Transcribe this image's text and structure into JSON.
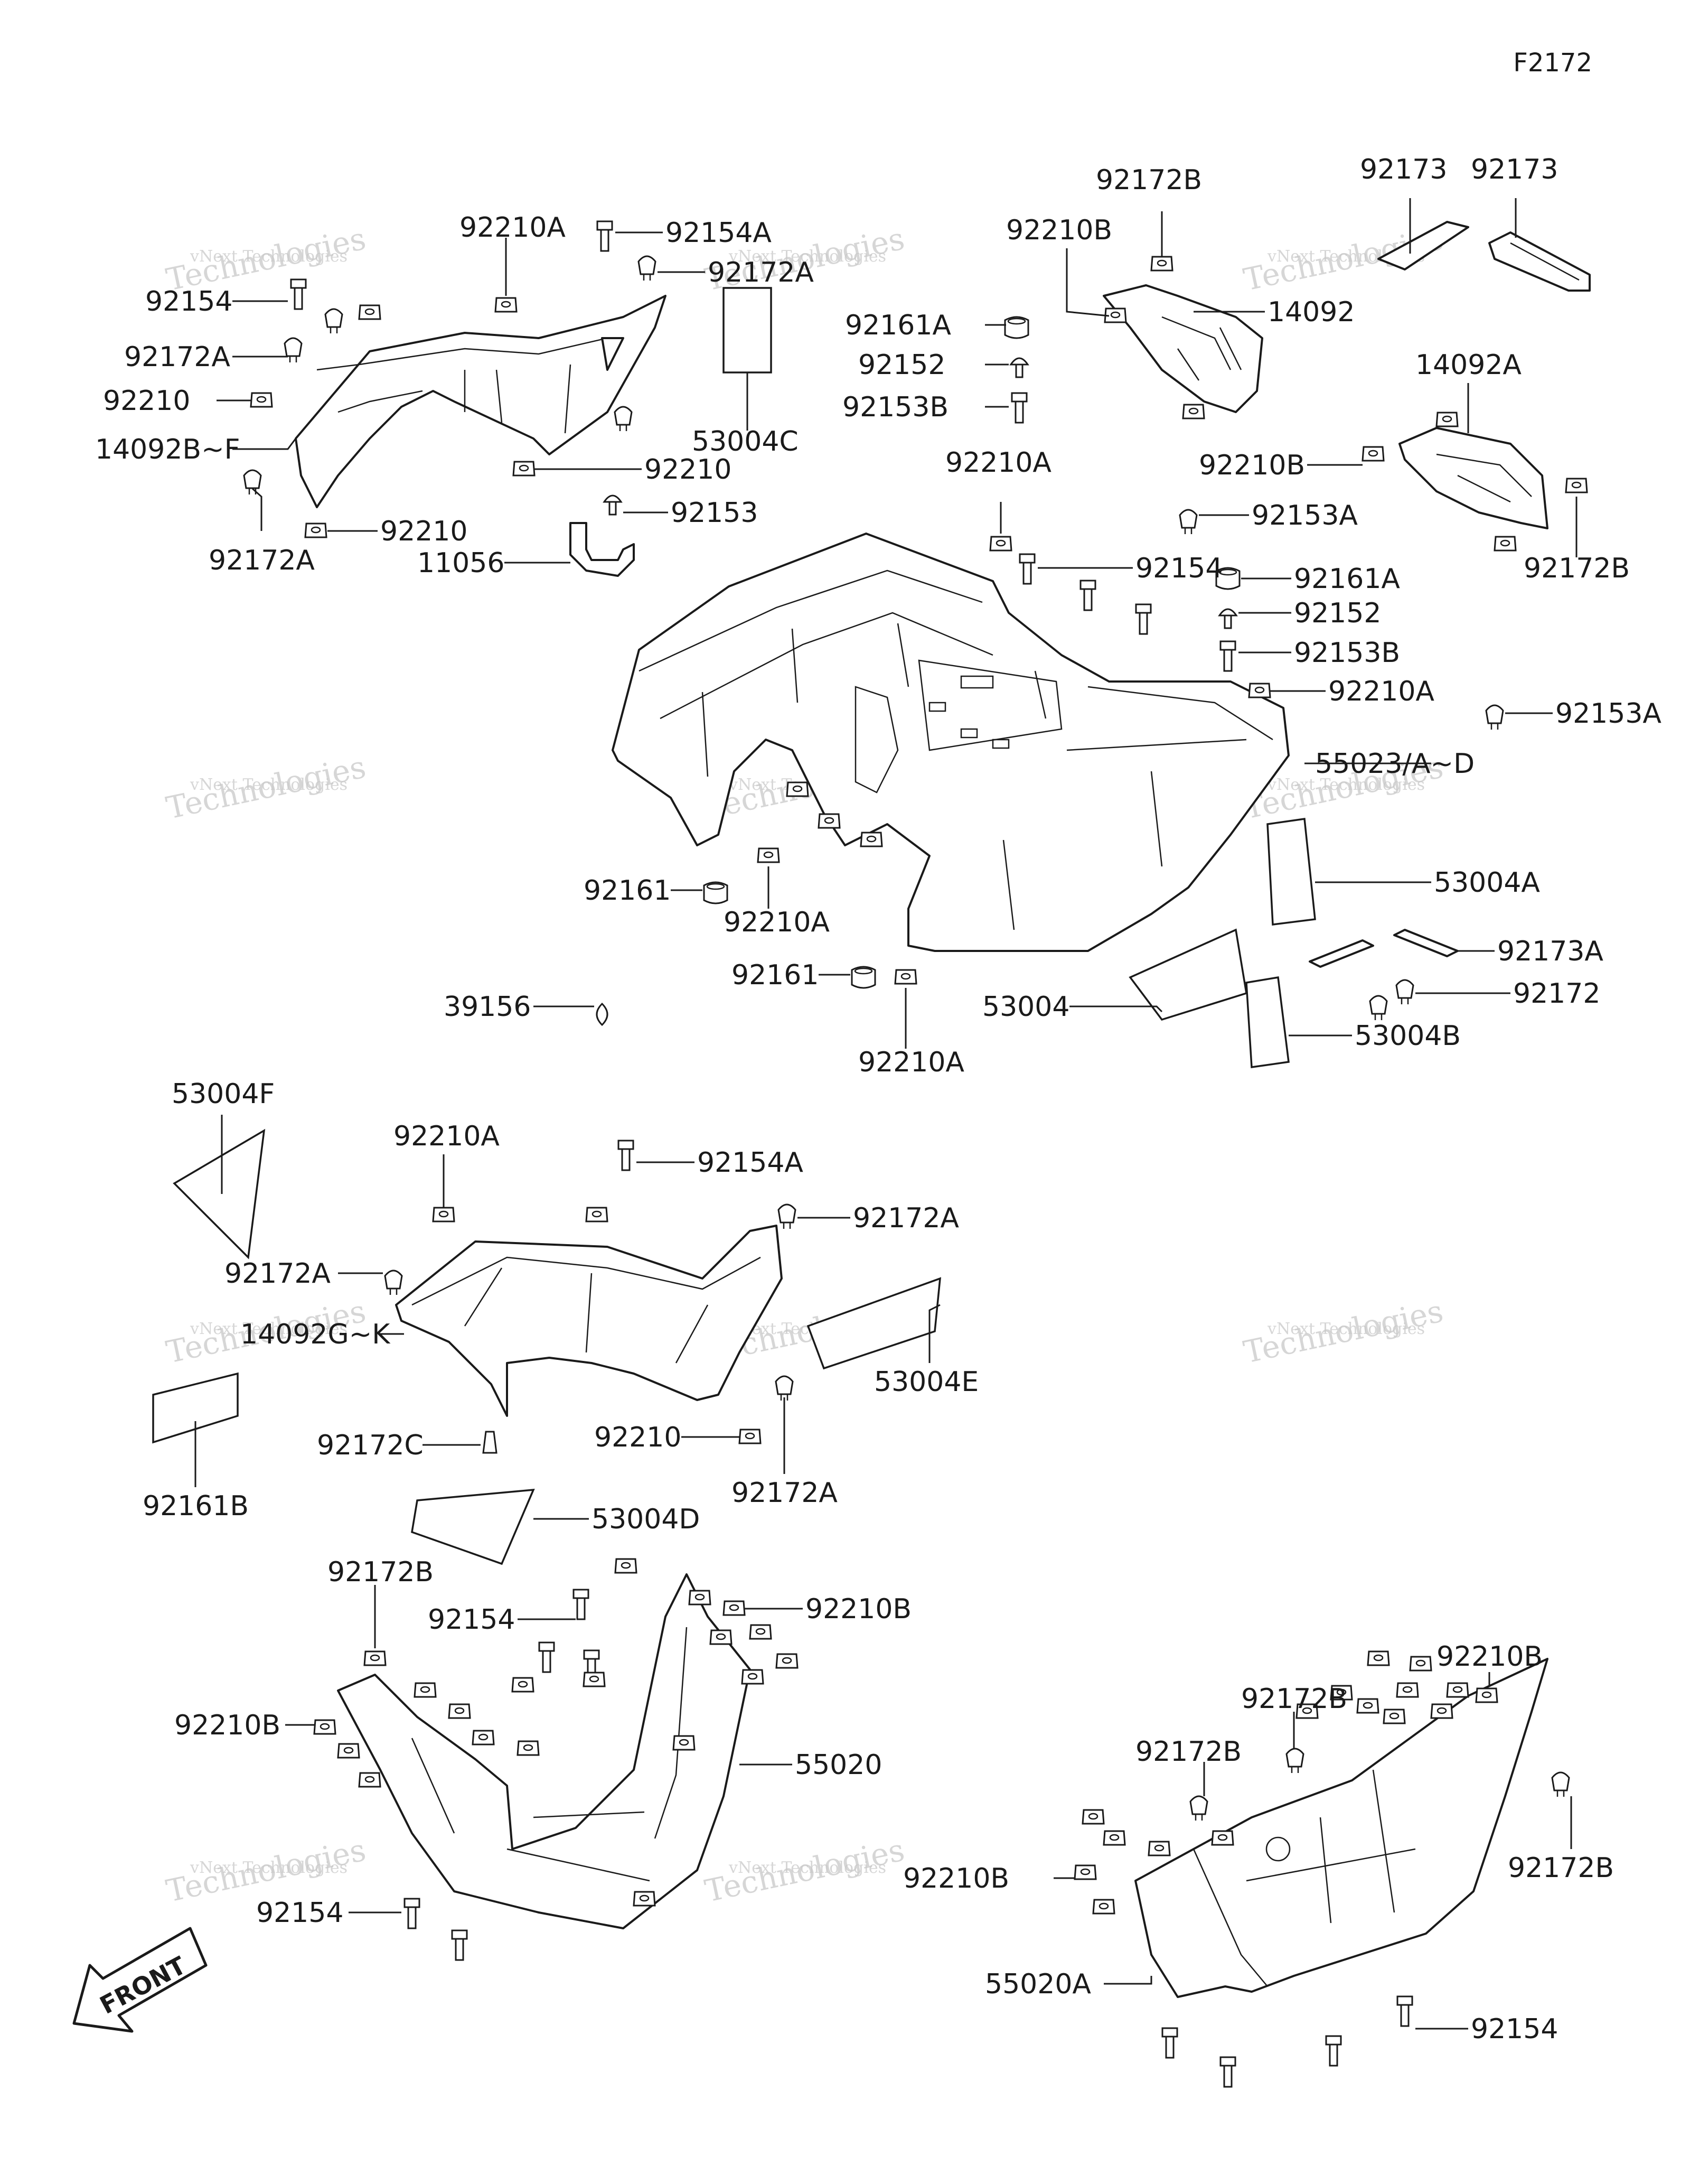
{
  "diagram_code": "F2172",
  "watermark": {
    "line1": "vNext Technologies",
    "line2": "Technologies"
  },
  "front_arrow": {
    "label": "FRONT"
  },
  "colors": {
    "ink": "#1a1a1a",
    "watermark": "#c9c9c9",
    "background": "#ffffff"
  },
  "parts": {
    "p14092BF": "14092B~F",
    "p92172A_1": "92172A",
    "p92154_1": "92154",
    "p92172A_2": "92172A",
    "p92210_1": "92210",
    "p92210A_1": "92210A",
    "p92154A_1": "92154A",
    "p92172A_3": "92172A",
    "p53004C": "53004C",
    "p92210_2": "92210",
    "p92153_1": "92153",
    "p92210_3": "92210",
    "p11056": "11056",
    "p92172B_1": "92172B",
    "p92210B_1": "92210B",
    "p92161A_1": "92161A",
    "p92152_1": "92152",
    "p92153B_1": "92153B",
    "p14092": "14092",
    "p92173_1": "92173",
    "p92173_2": "92173",
    "p14092A": "14092A",
    "p92210B_2": "92210B",
    "p92172B_2": "92172B",
    "p92210A_2": "92210A",
    "p92154_2": "92154",
    "p92153A_1": "92153A",
    "p92161A_2": "92161A",
    "p92152_2": "92152",
    "p92153B_2": "92153B",
    "p92210A_3": "92210A",
    "p92153A_2": "92153A",
    "p55023": "55023/A~D",
    "p53004A": "53004A",
    "p92173A": "92173A",
    "p92172_1": "92172",
    "p53004": "53004",
    "p53004B": "53004B",
    "p92161_1": "92161",
    "p92210A_4": "92210A",
    "p92161_2": "92161",
    "p92210A_5": "92210A",
    "p39156": "39156",
    "p53004F": "53004F",
    "p92210A_6": "92210A",
    "p92154A_2": "92154A",
    "p92172A_4": "92172A",
    "p92172A_5": "92172A",
    "p14092GK": "14092G~K",
    "p53004E": "53004E",
    "p92161B": "92161B",
    "p92172C": "92172C",
    "p92210_4": "92210",
    "p92172A_6": "92172A",
    "p53004D": "53004D",
    "p92172B_3": "92172B",
    "p92154_3": "92154",
    "p92210B_3": "92210B",
    "p92210B_4": "92210B",
    "p55020": "55020",
    "p92154_4": "92154",
    "p92172B_4": "92172B",
    "p92210B_5": "92210B",
    "p92172B_5": "92172B",
    "p92172B_6": "92172B",
    "p92210B_6": "92210B",
    "p55020A": "55020A",
    "p92154_5": "92154"
  }
}
